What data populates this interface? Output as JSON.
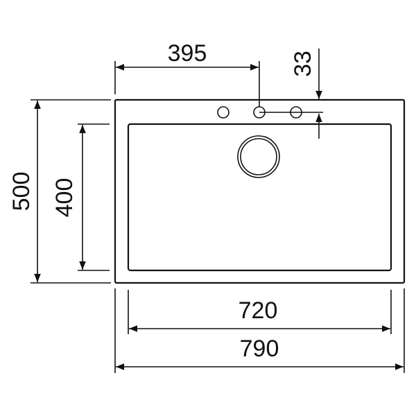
{
  "dimensions": {
    "outer_width": "790",
    "inner_width": "720",
    "outer_height": "500",
    "inner_height": "400",
    "tap_hole_offset": "395",
    "tap_hole_depth": "33"
  },
  "colors": {
    "line": "#111111",
    "background": "#ffffff"
  }
}
